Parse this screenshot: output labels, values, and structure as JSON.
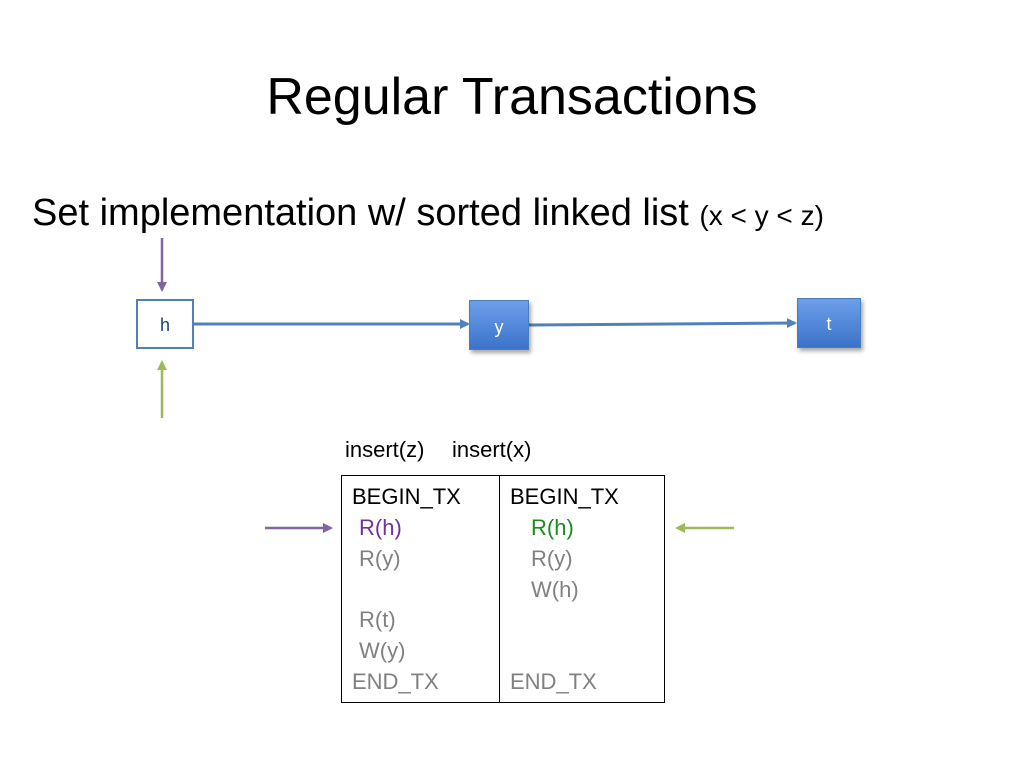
{
  "slide": {
    "title": "Regular Transactions",
    "subtitle_main": "Set implementation w/ sorted linked list",
    "subtitle_note": "(x < y < z)"
  },
  "nodes": [
    {
      "label": "h"
    },
    {
      "label": "y"
    },
    {
      "label": "t"
    }
  ],
  "operations": {
    "left": "insert(z)",
    "right": "insert(x)"
  },
  "transactions": {
    "left": [
      "BEGIN_TX",
      "R(h)",
      "R(y)",
      "",
      "R(t)",
      "W(y)",
      "END_TX"
    ],
    "right": [
      "BEGIN_TX",
      "R(h)",
      "R(y)",
      "W(h)",
      "",
      "",
      "END_TX"
    ]
  },
  "colors": {
    "purple_thread": "#8064a2",
    "green_thread": "#9bbb59",
    "link_arrow": "#4f81bd",
    "node_fill": "#4f81bd"
  }
}
